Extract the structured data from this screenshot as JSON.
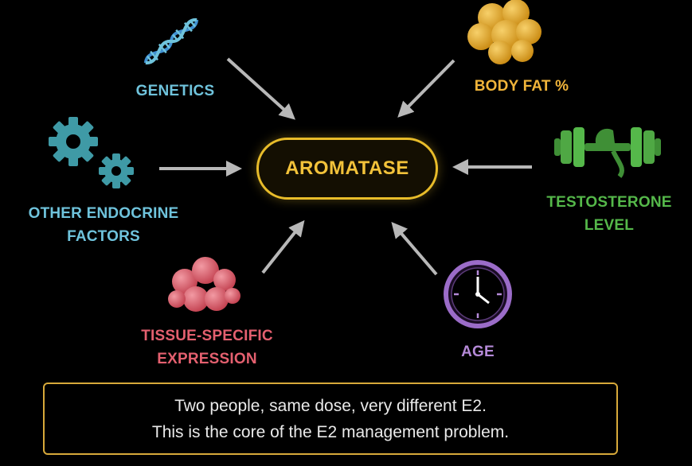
{
  "center": {
    "label": "AROMATASE"
  },
  "factors": {
    "genetics": {
      "label": "GENETICS",
      "icon": "dna-icon",
      "color": "#6fc3dc"
    },
    "body_fat": {
      "label": "BODY FAT %",
      "icon": "fat-cells-icon",
      "color": "#f0b43a"
    },
    "endocrine": {
      "label_line1": "OTHER ENDOCRINE",
      "label_line2": "FACTORS",
      "icon": "gears-icon",
      "color": "#6fc3dc"
    },
    "testosterone": {
      "label_line1": "TESTOSTERONE",
      "label_line2": "LEVEL",
      "icon": "dumbbell-icon",
      "color": "#55b84a"
    },
    "tissue": {
      "label_line1": "TISSUE-SPECIFIC",
      "label_line2": "EXPRESSION",
      "icon": "tissue-cells-icon",
      "color": "#e4606f"
    },
    "age": {
      "label": "AGE",
      "icon": "clock-icon",
      "color": "#b58ad8"
    }
  },
  "note": {
    "line1": "Two people, same dose, very different E2.",
    "line2": "This is the core of the E2 management problem."
  },
  "colors": {
    "arrow": "#b8b8b8",
    "accent": "#e8bc2a",
    "background": "#000000"
  }
}
